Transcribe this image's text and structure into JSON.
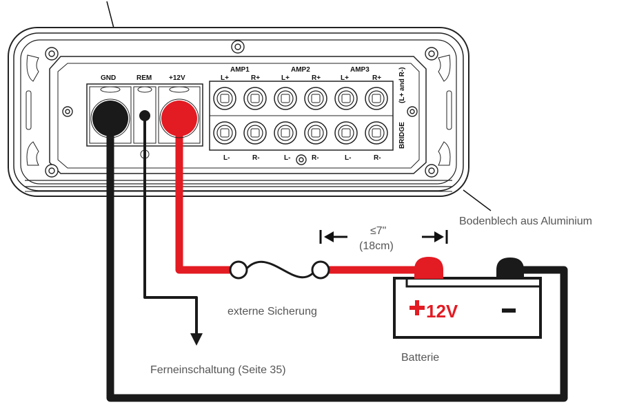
{
  "terminals": {
    "gnd": "GND",
    "rem": "REM",
    "plus12v": "+12V"
  },
  "amps": [
    {
      "name": "AMP1",
      "top": [
        "L+",
        "R+"
      ],
      "bottom": [
        "L-",
        "R-"
      ]
    },
    {
      "name": "AMP2",
      "top": [
        "L+",
        "R+"
      ],
      "bottom": [
        "L-",
        "R-"
      ]
    },
    {
      "name": "AMP3",
      "top": [
        "L+",
        "R+"
      ],
      "bottom": [
        "L-",
        "R-"
      ]
    }
  ],
  "bridge_label": "BRIDGE",
  "bridge_note": "(L+ and R-)",
  "labels": {
    "base_plate": "Bodenblech aus Aluminium",
    "distance_max": "≤7\"",
    "distance_metric": "(18cm)",
    "fuse": "externe Sicherung",
    "remote": "Ferneinschaltung (Seite 35)",
    "battery": "Batterie"
  },
  "battery": {
    "positive": "+12V",
    "negative": "–"
  },
  "colors": {
    "positive_wire": "#e31b23",
    "ground_wire": "#1a1a1a",
    "remote_wire": "#1a1a1a"
  }
}
